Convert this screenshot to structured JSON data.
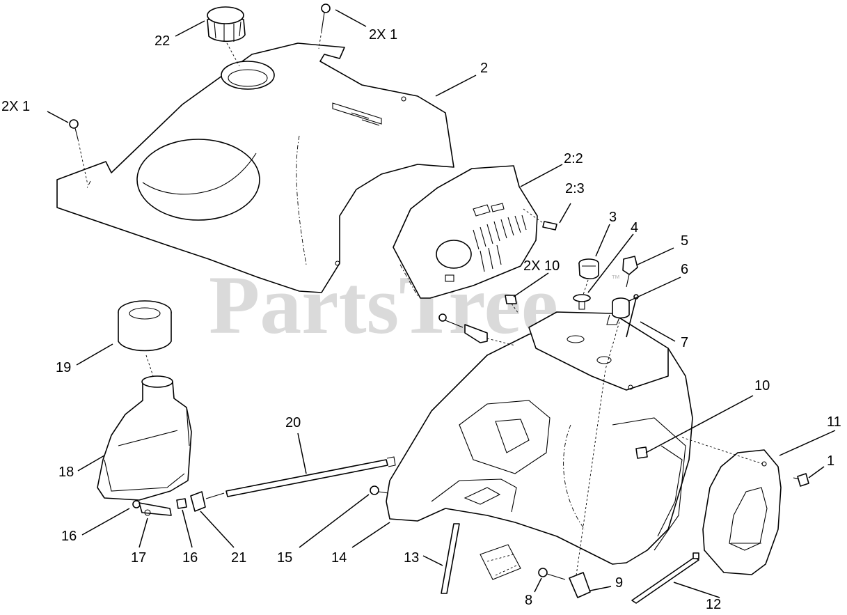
{
  "watermark": {
    "brand": "PartsTree",
    "trademark": "™"
  },
  "callouts": {
    "c22": "22",
    "c1_top": "2X  1",
    "c1_left": "2X  1",
    "c2": "2",
    "c2_2": "2:2",
    "c2_3": "2:3",
    "c3": "3",
    "c4": "4",
    "c5": "5",
    "c6": "6",
    "c7": "7",
    "c10_top": "2X  10",
    "c10": "10",
    "c11": "11",
    "c1_right": "1",
    "c19": "19",
    "c18": "18",
    "c20": "20",
    "c16_left": "16",
    "c17": "17",
    "c16_mid": "16",
    "c21": "21",
    "c15": "15",
    "c14": "14",
    "c13": "13",
    "c8": "8",
    "c9": "9",
    "c12": "12"
  }
}
